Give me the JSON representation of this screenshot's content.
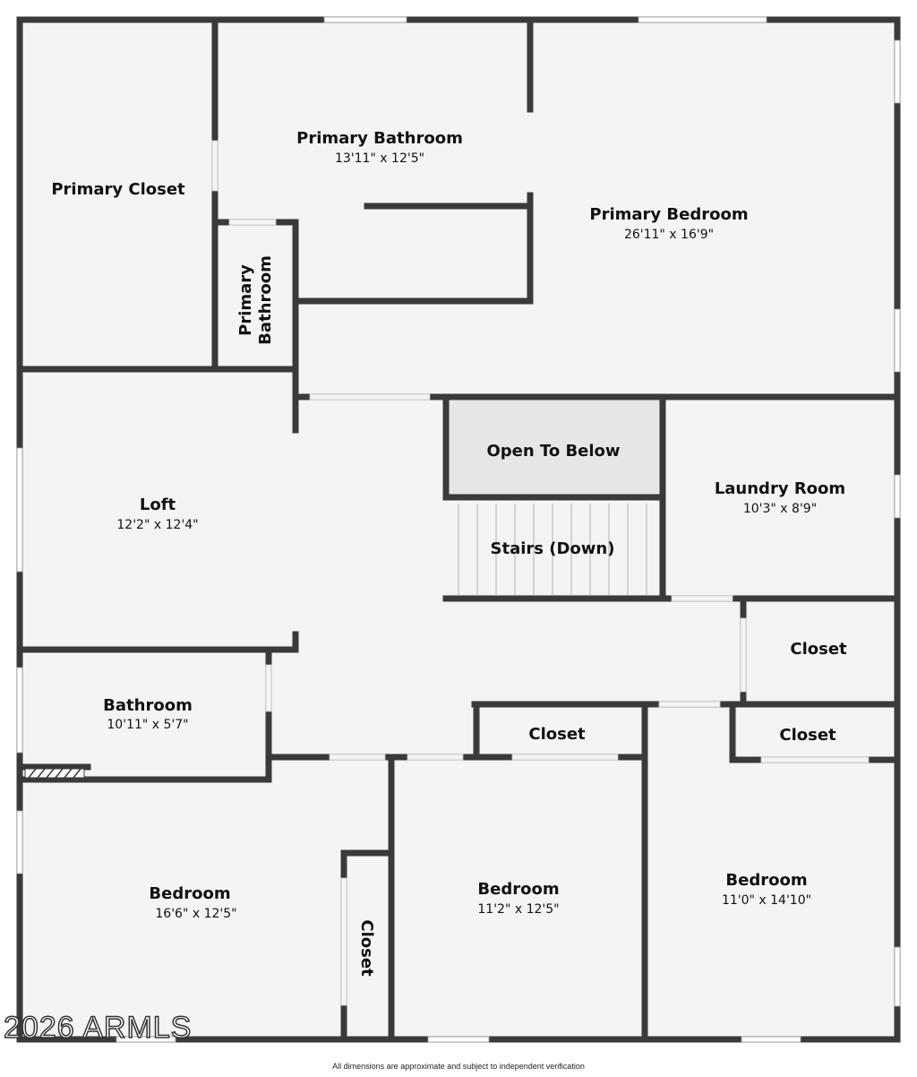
{
  "rooms": {
    "primary_closet": {
      "name": "Primary Closet"
    },
    "primary_bathroom_main": {
      "name": "Primary Bathroom",
      "dims": "13'11\" x 12'5\""
    },
    "primary_bathroom_small": {
      "name_line1": "Primary",
      "name_line2": "Bathroom"
    },
    "primary_bedroom": {
      "name": "Primary Bedroom",
      "dims": "26'11\" x 16'9\""
    },
    "loft": {
      "name": "Loft",
      "dims": "12'2\" x 12'4\""
    },
    "open_to_below": {
      "name": "Open To Below"
    },
    "stairs": {
      "name": "Stairs (Down)"
    },
    "laundry_room": {
      "name": "Laundry Room",
      "dims": "10'3\" x 8'9\""
    },
    "closet_laundry": {
      "name": "Closet"
    },
    "bathroom": {
      "name": "Bathroom",
      "dims": "10'11\" x 5'7\""
    },
    "closet_mid": {
      "name": "Closet"
    },
    "closet_right": {
      "name": "Closet"
    },
    "bedroom_left": {
      "name": "Bedroom",
      "dims": "16'6\" x 12'5\""
    },
    "closet_vertical": {
      "name": "Closet"
    },
    "bedroom_mid": {
      "name": "Bedroom",
      "dims": "11'2\" x 12'5\""
    },
    "bedroom_right": {
      "name": "Bedroom",
      "dims": "11'0\" x 14'10\""
    }
  },
  "watermark": "2026 ARMLS",
  "footnote": "All dimensions are approximate and subject to independent verification",
  "colors": {
    "wall": "#3a3a3a",
    "floor": "#f4f4f4",
    "open_to_below": "#e6e6e6",
    "window": "#ffffff"
  }
}
